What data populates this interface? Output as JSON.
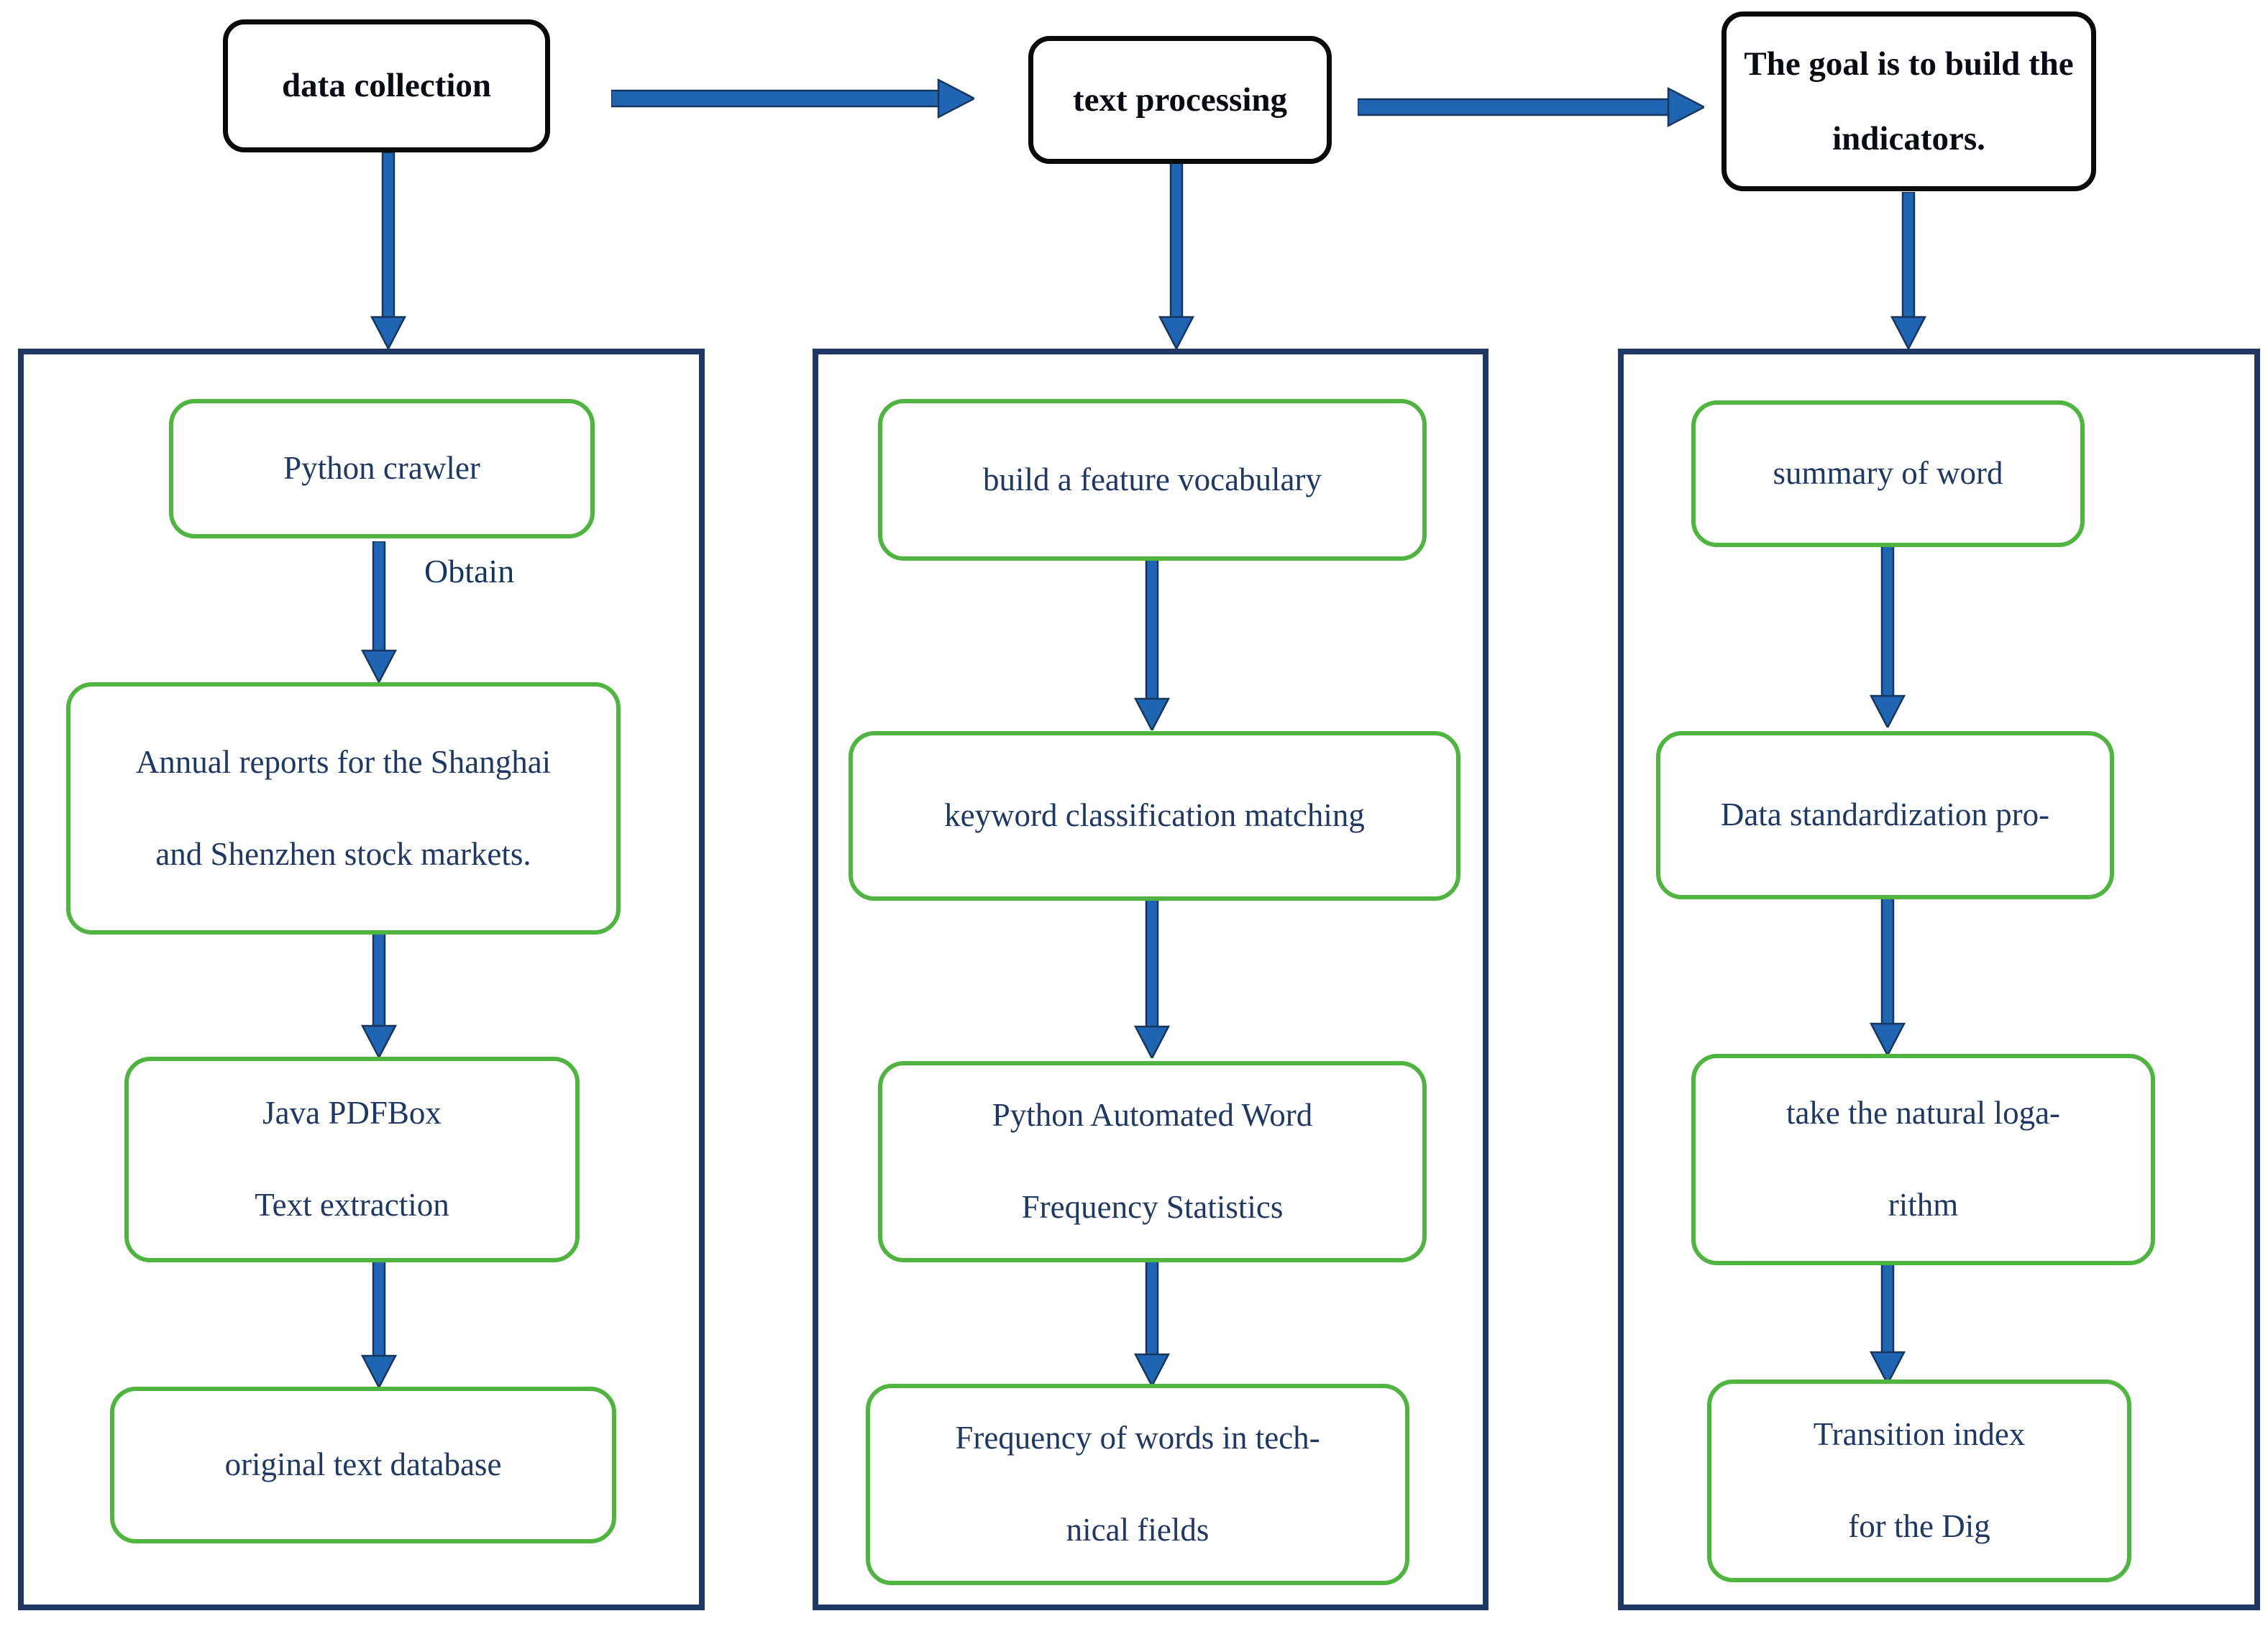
{
  "title_row": {
    "data_collection": "data collection",
    "text_processing": "text processing",
    "goal_line1": "The goal is to build the",
    "goal_line2": "indicators."
  },
  "left_column": {
    "box1": "Python crawler",
    "arrow_label": "Obtain",
    "box2_line1": "Annual reports for the Shanghai",
    "box2_line2": "and Shenzhen stock markets.",
    "box3_line1": "Java PDFBox",
    "box3_line2": "Text extraction",
    "box4": "original text database"
  },
  "middle_column": {
    "box1": "build a feature vocabulary",
    "box2": "keyword classification matching",
    "box3_line1": "Python Automated Word",
    "box3_line2": "Frequency Statistics",
    "box4_line1": "Frequency of words in tech-",
    "box4_line2": "nical fields"
  },
  "right_column": {
    "box1": "summary of word",
    "box2": "Data standardization pro-",
    "box3_line1": "take the natural loga-",
    "box3_line2": "rithm",
    "box4_line1": "Transition index",
    "box4_line2": "for the Dig"
  },
  "colors": {
    "step_border_green": "#4FB440",
    "panel_border_navy": "#1F3864",
    "arrow_blue": "#2065B4",
    "title_text": "#0a0c14",
    "step_text": "#1F3864"
  }
}
